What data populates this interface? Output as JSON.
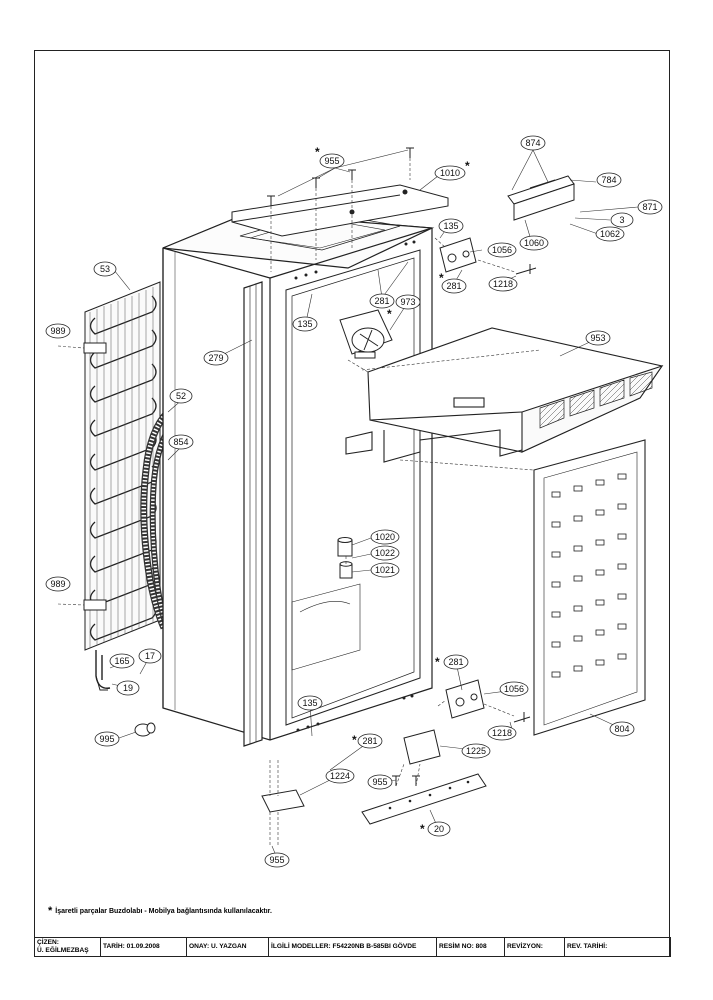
{
  "callouts": {
    "c874": "874",
    "c955_top": "955",
    "c1010": "1010",
    "c784": "784",
    "c871": "871",
    "c3": "3",
    "c1062": "1062",
    "c1060": "1060",
    "c135_top": "135",
    "c1056_top": "1056",
    "c53": "53",
    "c281_a": "281",
    "c973": "973",
    "c281_b": "281",
    "c1218_top": "1218",
    "c989_top": "989",
    "c135_mid": "135",
    "c279": "279",
    "c953": "953",
    "c52": "52",
    "c854": "854",
    "c1020": "1020",
    "c1022": "1022",
    "c1021": "1021",
    "c989_bot": "989",
    "c165": "165",
    "c17": "17",
    "c19": "19",
    "c281_c": "281",
    "c1056_bot": "1056",
    "c804": "804",
    "c135_bot": "135",
    "c995": "995",
    "c1218_bot": "1218",
    "c281_d": "281",
    "c1225": "1225",
    "c1224": "1224",
    "c955_mid": "955",
    "c20": "20",
    "c955_bot": "955"
  },
  "asterisk": "*",
  "note": {
    "symbol": "*",
    "text": "İşaretli parçalar Buzdolabı - Mobilya bağlantısında kullanılacaktır."
  },
  "title_block": {
    "cizen_label": "ÇİZEN:",
    "cizen_value": "Ü. EĞİLMEZBAŞ",
    "tarih": "TARİH: 01.09.2008",
    "onay": "ONAY: U. YAZGAN",
    "modeller": "İLGİLİ MODELLER: F54220NB B-585BI GÖVDE",
    "resim_no": "RESİM NO: 808",
    "revizyon": "REVİZYON:",
    "rev_tarihi": "REV. TARİHİ:"
  }
}
